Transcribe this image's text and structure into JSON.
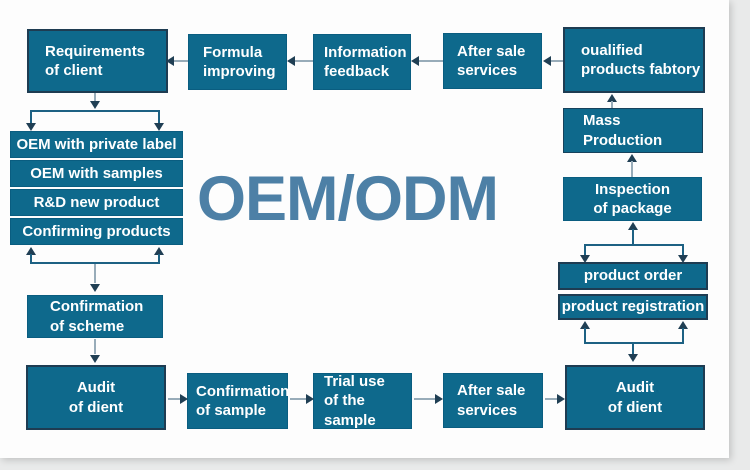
{
  "title": "OEM/ODM",
  "nodes": {
    "requirements": {
      "line1": "Requirements",
      "line2": "of client"
    },
    "formula": {
      "line1": "Formula",
      "line2": "improving"
    },
    "feedback": {
      "line1": "Information",
      "line2": "feedback"
    },
    "aftersale_top": {
      "line1": "After sale",
      "line2": "services"
    },
    "factory": {
      "line1": "oualified",
      "line2": "products fabtory"
    },
    "mass": {
      "line1": "Mass",
      "line2": "Production"
    },
    "inspection": {
      "line1": "Inspection",
      "line2": "of package"
    },
    "order": {
      "line1": "product order"
    },
    "registration": {
      "line1": "product registration"
    },
    "audit_right": {
      "line1": "Audit",
      "line2": "of dient"
    },
    "aftersale_bottom": {
      "line1": "After sale",
      "line2": "services"
    },
    "trial": {
      "line1": "Trial use",
      "line2": "of the sample"
    },
    "confirmation_sample": {
      "line1": "Confirmation",
      "line2": "of sample"
    },
    "audit_left": {
      "line1": "Audit",
      "line2": "of dient"
    },
    "confirmation_scheme": {
      "line1": "Confirmation",
      "line2": "of scheme"
    }
  },
  "group": {
    "items": [
      "OEM with private label",
      "OEM with samples",
      "R&D new product",
      "Confirming products"
    ]
  },
  "colors": {
    "box_fill": "#0e698c",
    "box_border_dark": "#1e3c52",
    "box_text": "#ffffff",
    "connector_line": "#98acb9",
    "bracket_line": "#1d6183",
    "arrowhead": "#203f54",
    "title_text": "#4d80a6",
    "page_background": "#fdfdfd",
    "outer_background": "#e9eaea"
  }
}
